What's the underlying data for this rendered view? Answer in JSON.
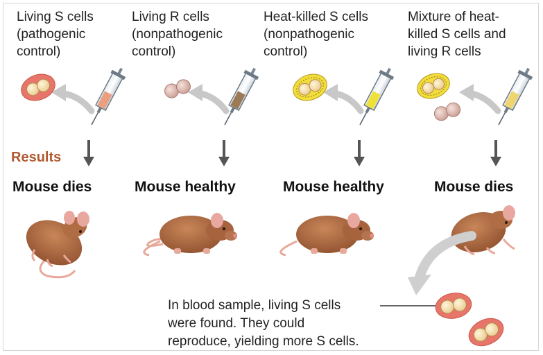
{
  "columns": [
    {
      "label": "Living S cells\n(pathogenic\ncontrol)",
      "result": "Mouse dies"
    },
    {
      "label": "Living R cells\n(nonpathogenic\ncontrol)",
      "result": "Mouse healthy"
    },
    {
      "label": "Heat-killed S cells\n(nonpathogenic\ncontrol)",
      "result": "Mouse healthy"
    },
    {
      "label": "Mixture of heat-\nkilled S cells and\nliving R cells",
      "result": "Mouse dies"
    }
  ],
  "results_heading": "Results",
  "blood_note": "In blood sample, living S cells\nwere found. They could\nreproduce, yielding more S cells.",
  "colors": {
    "results_heading": "#b2592f",
    "s_cell_capsule": "#e8756a",
    "s_cell_body": "#f3d9a3",
    "r_cell": "#d9b3ab",
    "heat_killed_capsule": "#f2dd3c",
    "arrow_gray": "#c8c8c8",
    "mouse_fur": "#a8643f"
  }
}
